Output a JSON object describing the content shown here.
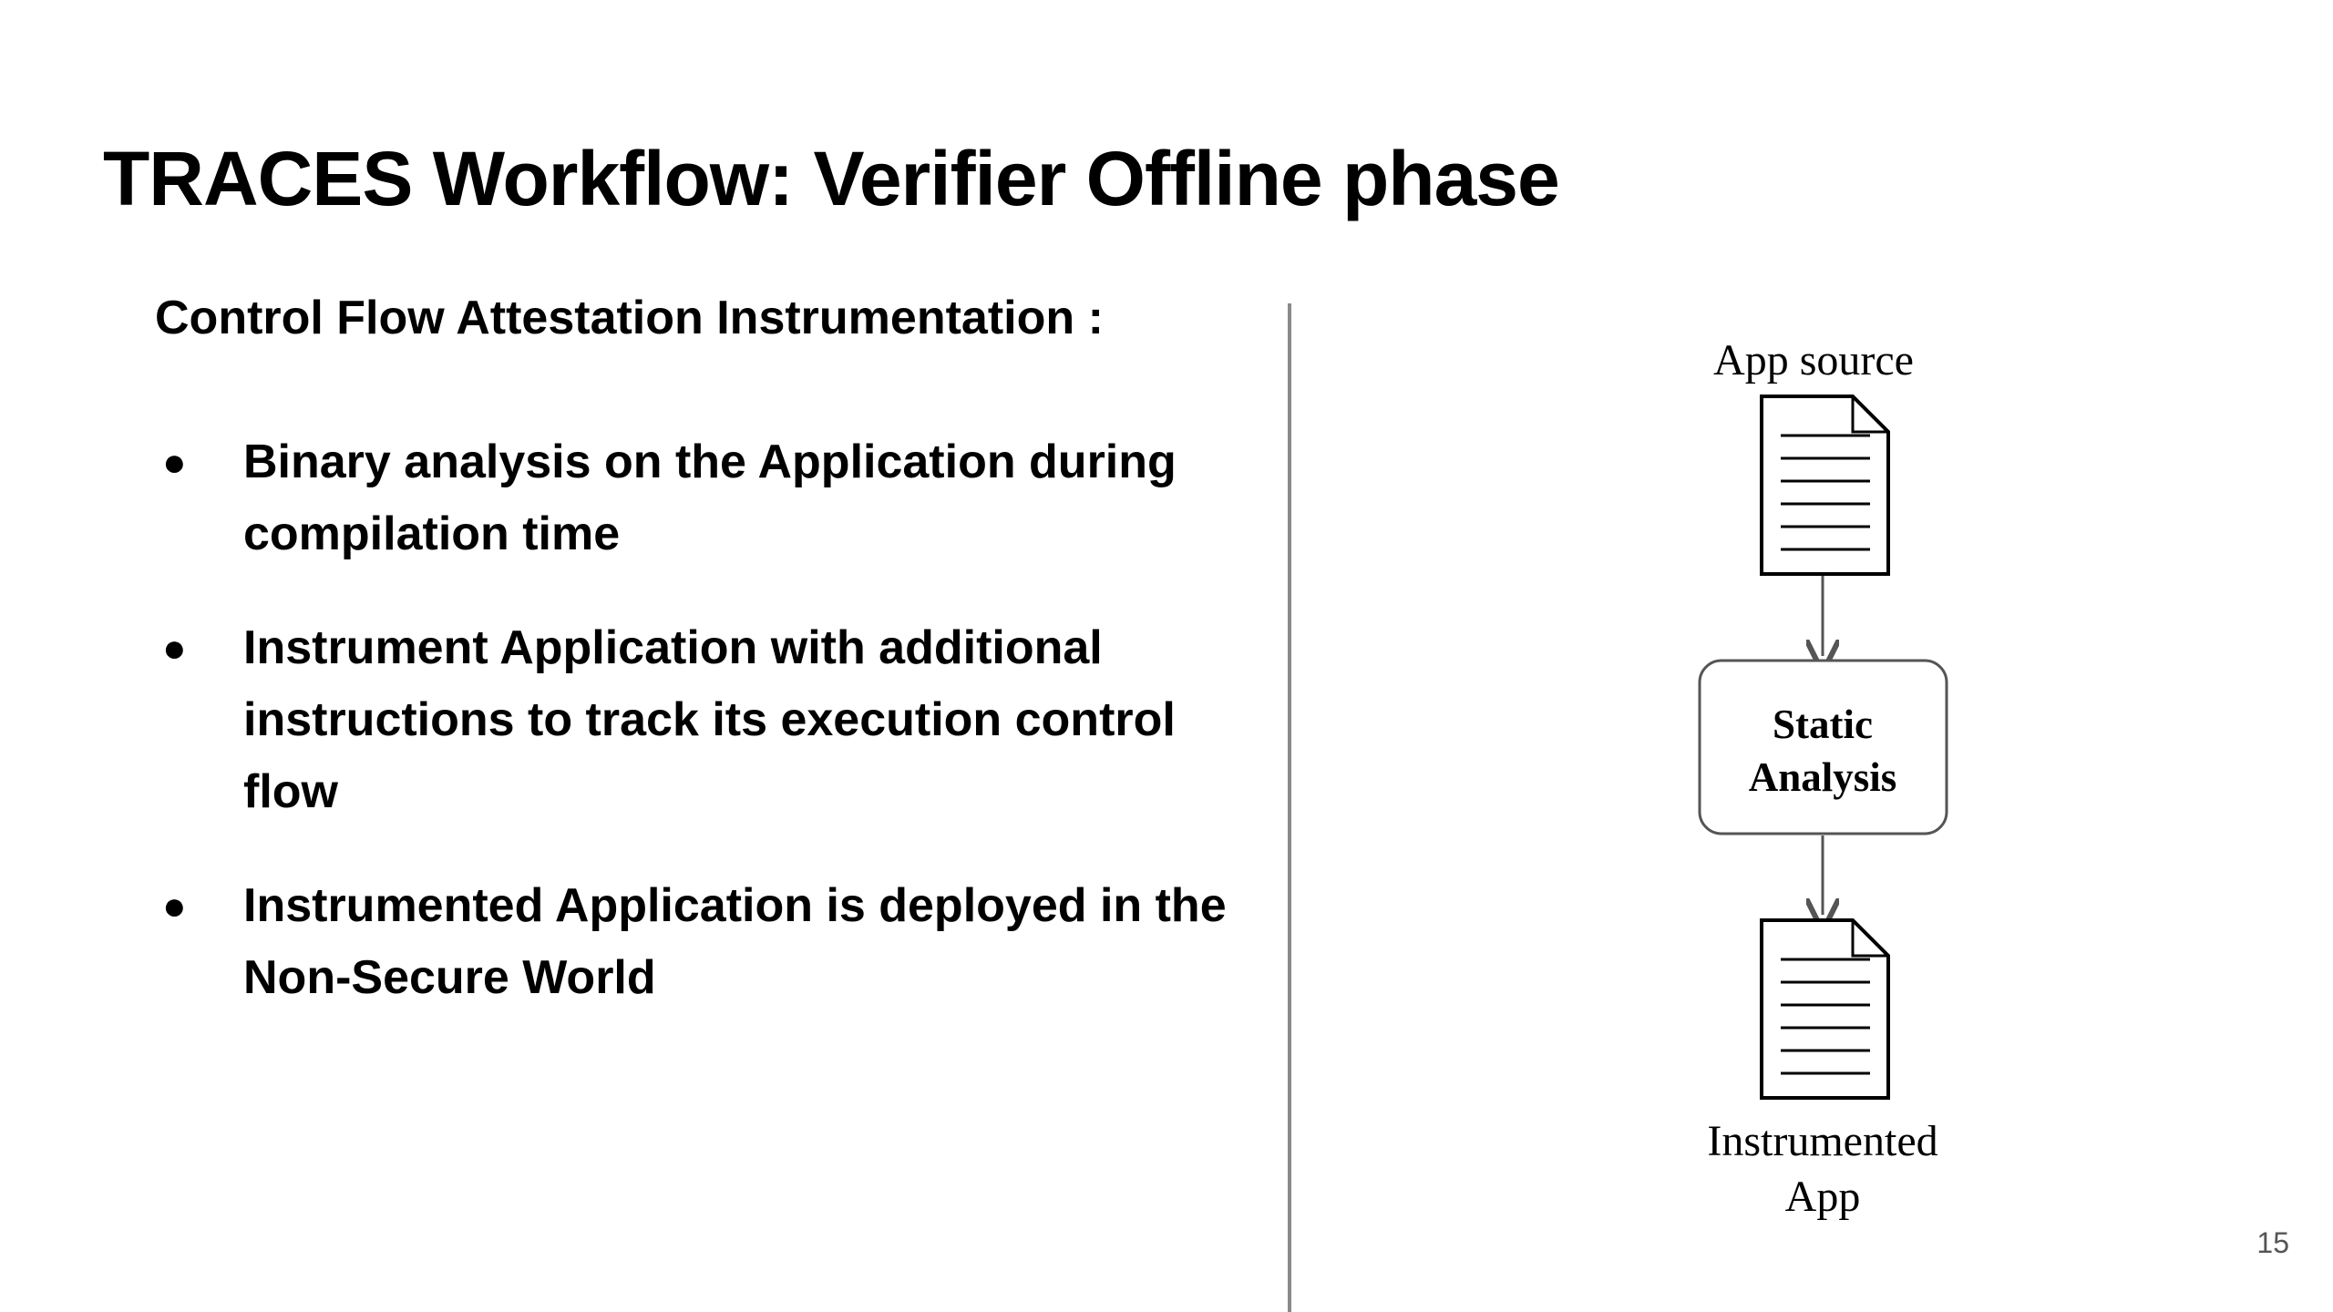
{
  "slide": {
    "title": "TRACES Workflow: Verifier Offline phase",
    "subheading": "Control Flow Attestation Instrumentation :",
    "bullets": [
      "Binary analysis on the Application during compilation time",
      "Instrument Application with additional instructions to track its execution control flow",
      "Instrumented Application is deployed in the Non-Secure World"
    ],
    "bullet_glyph": "●",
    "page_number": "15"
  },
  "diagram": {
    "source_label": "App source",
    "process_label_line1": "Static",
    "process_label_line2": "Analysis",
    "output_label_line1": "Instrumented",
    "output_label_line2": "App",
    "icons": [
      "document-icon",
      "document-icon"
    ]
  }
}
